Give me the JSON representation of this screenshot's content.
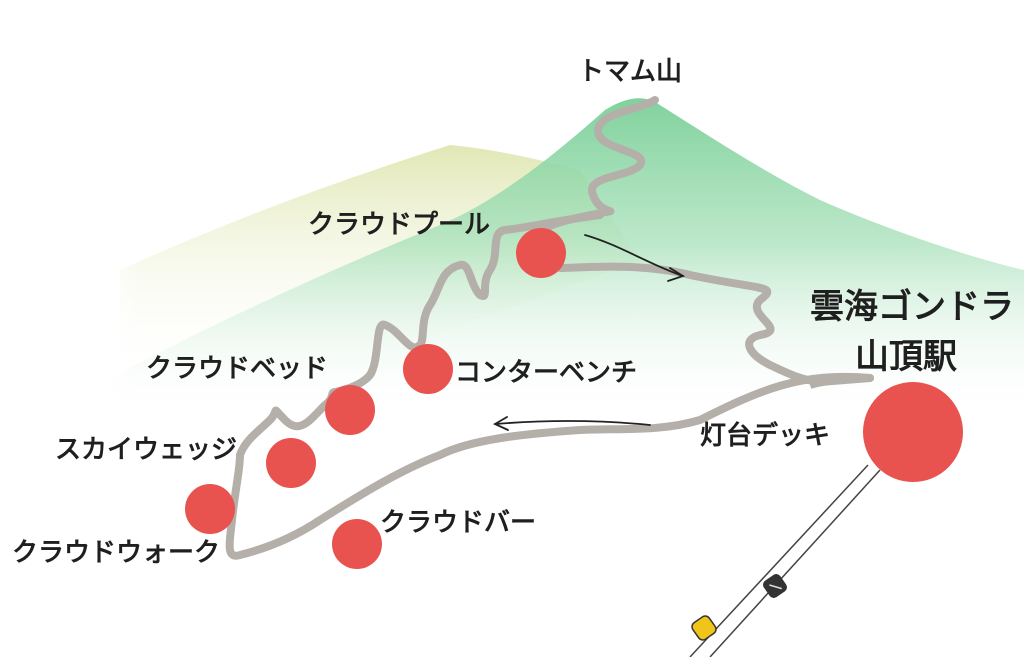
{
  "map": {
    "summit": "トマム山",
    "station_line1": "雲海ゴンドラ",
    "station_line2": "山頂駅",
    "spots": {
      "cloud_pool": "クラウドプール",
      "cloud_bed": "クラウドベッド",
      "contour_bench": "コンターベンチ",
      "sky_wedge": "スカイウェッジ",
      "lighthouse_deck": "灯台デッキ",
      "cloud_bar": "クラウドバー",
      "cloud_walk": "クラウドウォーク"
    },
    "colors": {
      "spot_marker": "#e8524f",
      "trail": "#b5afaa",
      "mountain_green": "#7fd39c",
      "hill_yellow": "#dfe6b0",
      "gondola_yellow": "#f0c419",
      "gondola_black": "#333333"
    },
    "icons": {
      "gondola": "gondola-cabin-icon",
      "direction": "arrow-icon"
    }
  }
}
